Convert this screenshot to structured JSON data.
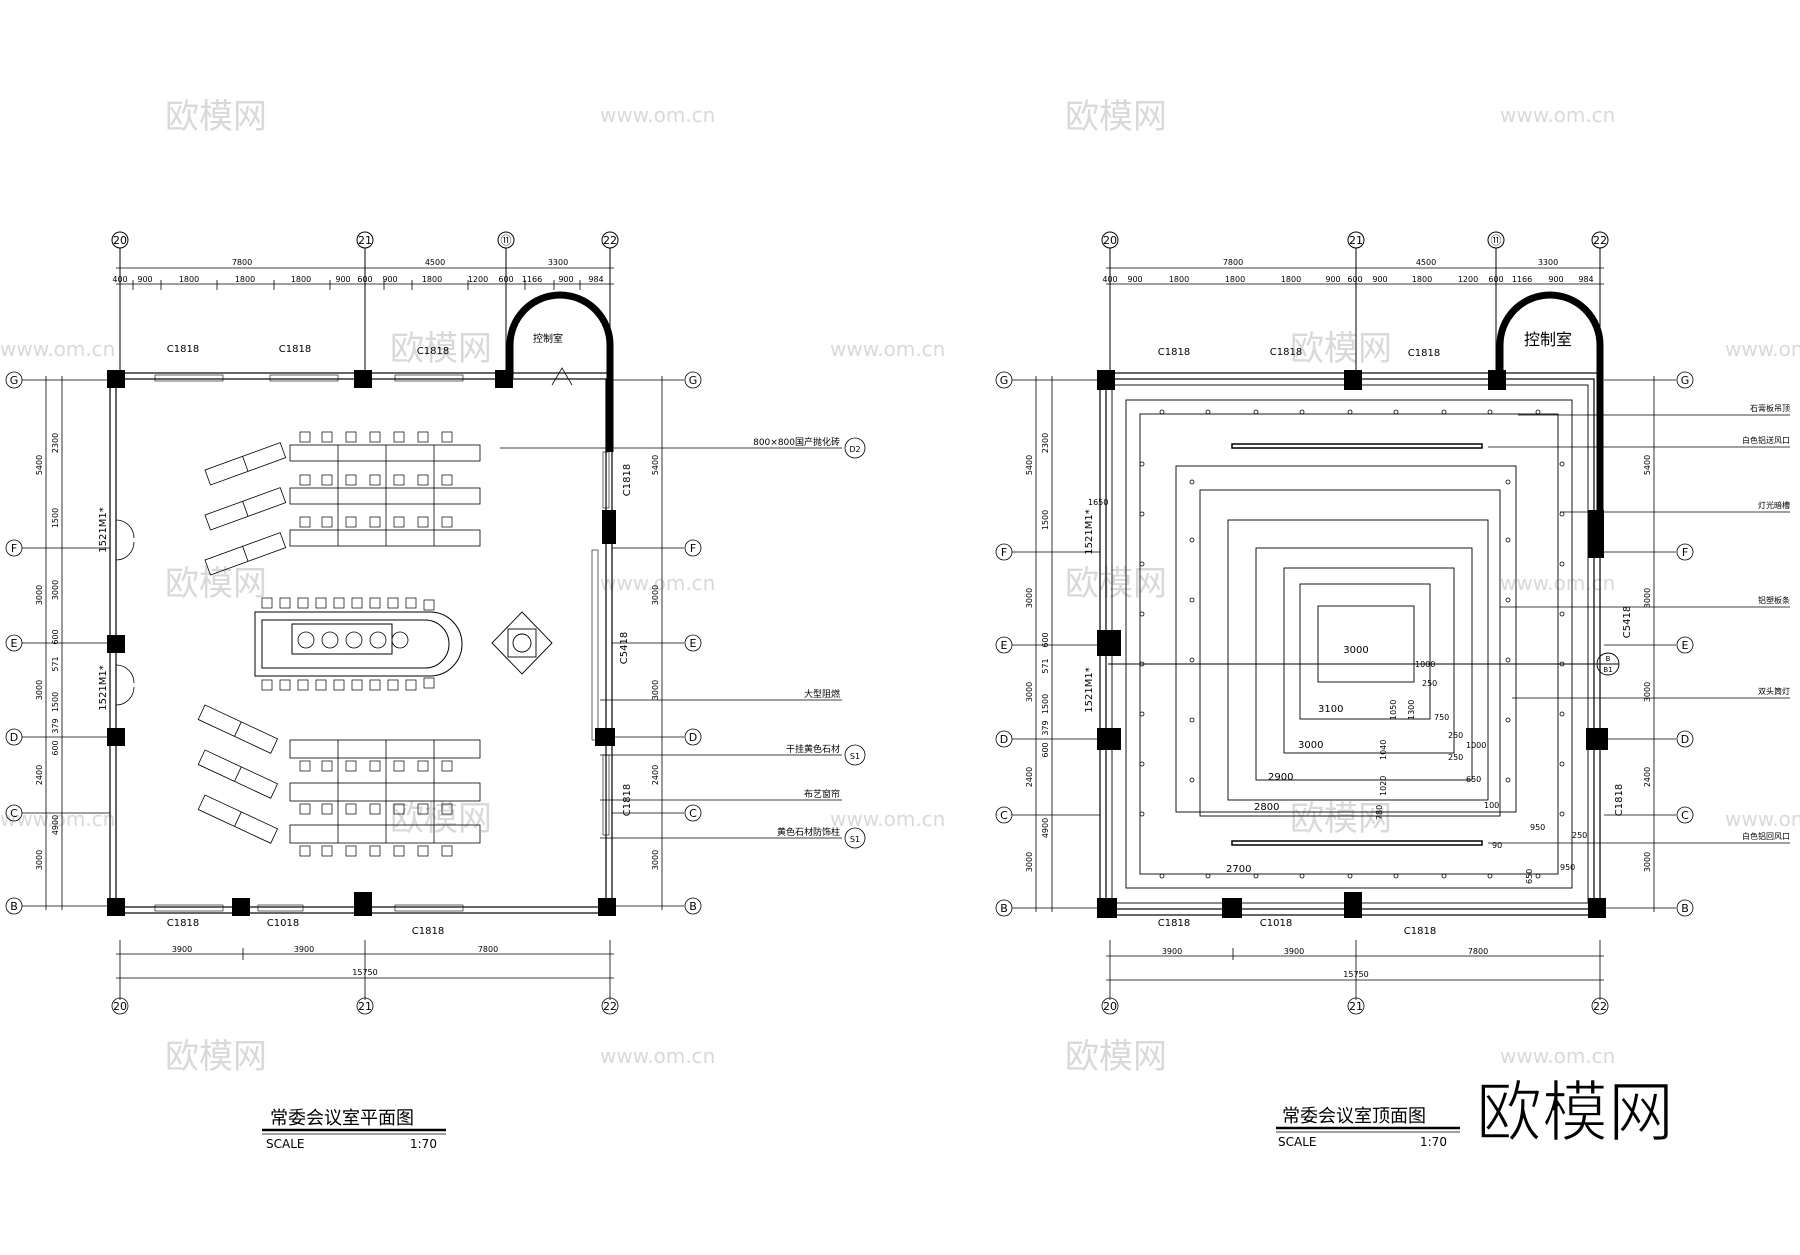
{
  "watermarks": {
    "cn": "欧模网",
    "url": "www.om.cn",
    "logo": "欧模网"
  },
  "grid": {
    "columns": [
      "20",
      "21",
      "⑪",
      "22"
    ],
    "rows": [
      "G",
      "F",
      "E",
      "D",
      "C",
      "B"
    ]
  },
  "plan": {
    "top_major_dims": [
      "7800",
      "4500",
      "3300"
    ],
    "top_minor_dims": [
      "400",
      "900",
      "1800",
      "1800",
      "1800",
      "900",
      "600",
      "900",
      "1800",
      "1200",
      "600",
      "1166",
      "900",
      "984"
    ],
    "bottom_dims": [
      "3900",
      "3900",
      "7800"
    ],
    "bottom_total": "15750",
    "left_dims": [
      "5400",
      "2300",
      "1500",
      "3000",
      "3000",
      "600",
      "571",
      "3000",
      "1500",
      "379",
      "600",
      "2400",
      "4900",
      "3000"
    ],
    "right_dims": [
      "5400",
      "3000",
      "3000",
      "2400",
      "3000"
    ],
    "windows": [
      "C1818",
      "C1818",
      "C1818",
      "C1818",
      "C1018",
      "C1818"
    ],
    "side_windows": [
      "C1818",
      "C5418",
      "C1818"
    ],
    "doors": [
      "1521M1*",
      "1521M1*"
    ],
    "control_room": "控制室",
    "notes": [
      {
        "text": "800×800国产抛化砖",
        "tag": "D2"
      },
      {
        "text": "大型阻燃",
        "tag": ""
      },
      {
        "text": "干挂黄色石材",
        "tag": "S1"
      },
      {
        "text": "布艺窗帘",
        "tag": ""
      },
      {
        "text": "黄色石材防饰柱",
        "tag": "S1"
      }
    ],
    "title": "常委会议室平面图",
    "scale_label": "SCALE",
    "scale_value": "1:70"
  },
  "ceiling": {
    "control_room": "控制室",
    "notes": [
      "石膏板吊顶",
      "白色铝送风口",
      "灯光暗槽",
      "铝塑板条",
      "双头筒灯",
      "白色铝回风口"
    ],
    "inner_dims": [
      "3000",
      "1000",
      "250",
      "3100",
      "1050",
      "1300",
      "750",
      "250",
      "1000",
      "3000",
      "1040",
      "250",
      "650",
      "2900",
      "1020",
      "100",
      "2800",
      "780",
      "950",
      "250",
      "90",
      "950",
      "650",
      "2700",
      "1650"
    ],
    "section_tag": {
      "letter": "B",
      "number": "B1"
    },
    "title": "常委会议室顶面图",
    "scale_label": "SCALE",
    "scale_value": "1:70"
  }
}
